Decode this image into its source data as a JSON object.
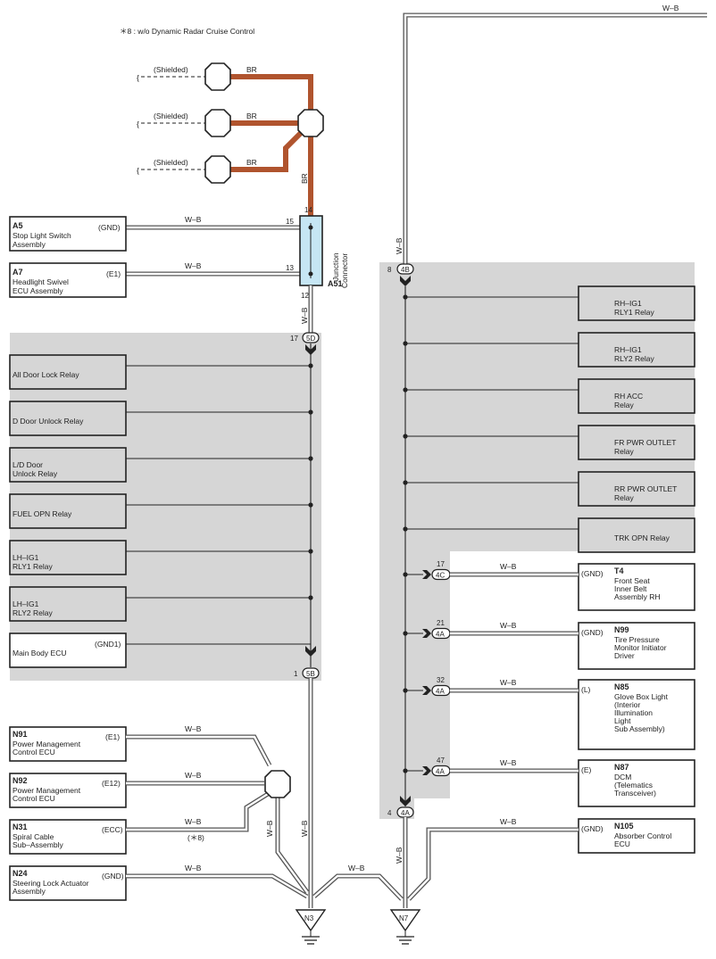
{
  "note": "＊8 : w/o Dynamic Radar Cruise Control",
  "wire_colors": {
    "br": "BR",
    "wb": "W–B"
  },
  "shielded": "(Shielded)",
  "junction": {
    "code": "A51",
    "name_1": "Junction",
    "name_2": "Connector",
    "pins": {
      "top": "14",
      "left_upper": "15",
      "left_lower": "13",
      "bottom": "12"
    }
  },
  "connectors": {
    "c5D": "5D",
    "c5D_pin": "17",
    "c5B": "5B",
    "c5B_pin": "1",
    "c4B": "4B",
    "c4B_pin": "8",
    "c4A": "4A",
    "c4A_bottom_pin": "4",
    "c4C": "4C",
    "c4C_pin": "17",
    "c4A_21": "21",
    "c4A_32": "32",
    "c4A_47": "47"
  },
  "left_components": [
    {
      "code": "A5",
      "lines": [
        "Stop Light Switch",
        "Assembly"
      ],
      "pin": "(GND)"
    },
    {
      "code": "A7",
      "lines": [
        "Headlight Swivel",
        "ECU Assembly"
      ],
      "pin": "(E1)"
    }
  ],
  "left_relays": [
    {
      "lines": [
        "All Door Lock Relay"
      ]
    },
    {
      "lines": [
        "D Door Unlock Relay"
      ]
    },
    {
      "lines": [
        "L/D Door",
        "Unlock Relay"
      ]
    },
    {
      "lines": [
        "FUEL OPN Relay"
      ]
    },
    {
      "lines": [
        "LH–IG1",
        "RLY1 Relay"
      ]
    },
    {
      "lines": [
        "LH–IG1",
        "RLY2 Relay"
      ]
    }
  ],
  "main_body": {
    "name": "Main Body ECU",
    "pin": "(GND1)"
  },
  "bottom_left": [
    {
      "code": "N91",
      "lines": [
        "Power Management",
        "Control ECU"
      ],
      "pin": "(E1)"
    },
    {
      "code": "N92",
      "lines": [
        "Power Management",
        "Control ECU"
      ],
      "pin": "(E12)"
    },
    {
      "code": "N31",
      "lines": [
        "Spiral Cable",
        "Sub–Assembly"
      ],
      "pin": "(ECC)",
      "note": "(＊8)"
    },
    {
      "code": "N24",
      "lines": [
        "Steering Lock Actuator",
        "Assembly"
      ],
      "pin": "(GND)"
    }
  ],
  "right_relays": [
    {
      "lines": [
        "RH–IG1",
        "RLY1 Relay"
      ]
    },
    {
      "lines": [
        "RH–IG1",
        "RLY2 Relay"
      ]
    },
    {
      "lines": [
        "RH ACC",
        "Relay"
      ]
    },
    {
      "lines": [
        "FR PWR OUTLET",
        "Relay"
      ]
    },
    {
      "lines": [
        "RR PWR OUTLET",
        "Relay"
      ]
    },
    {
      "lines": [
        "TRK OPN Relay"
      ]
    }
  ],
  "right_components": [
    {
      "code": "T4",
      "lines": [
        "Front Seat",
        "Inner Belt",
        "Assembly RH"
      ],
      "pin": "(GND)"
    },
    {
      "code": "N99",
      "lines": [
        "Tire Pressure",
        "Monitor Initiator",
        "Driver"
      ],
      "pin": "(GND)"
    },
    {
      "code": "N85",
      "lines": [
        "Glove Box Light",
        "(Interior",
        " Illumination",
        " Light",
        " Sub Assembly)"
      ],
      "pin": "(L)"
    },
    {
      "code": "N87",
      "lines": [
        "DCM",
        "(Telematics",
        " Transceiver)"
      ],
      "pin": "(E)"
    },
    {
      "code": "N105",
      "lines": [
        "Absorber Control",
        "ECU"
      ],
      "pin": "(GND)"
    }
  ],
  "grounds": [
    "N3",
    "N7"
  ]
}
